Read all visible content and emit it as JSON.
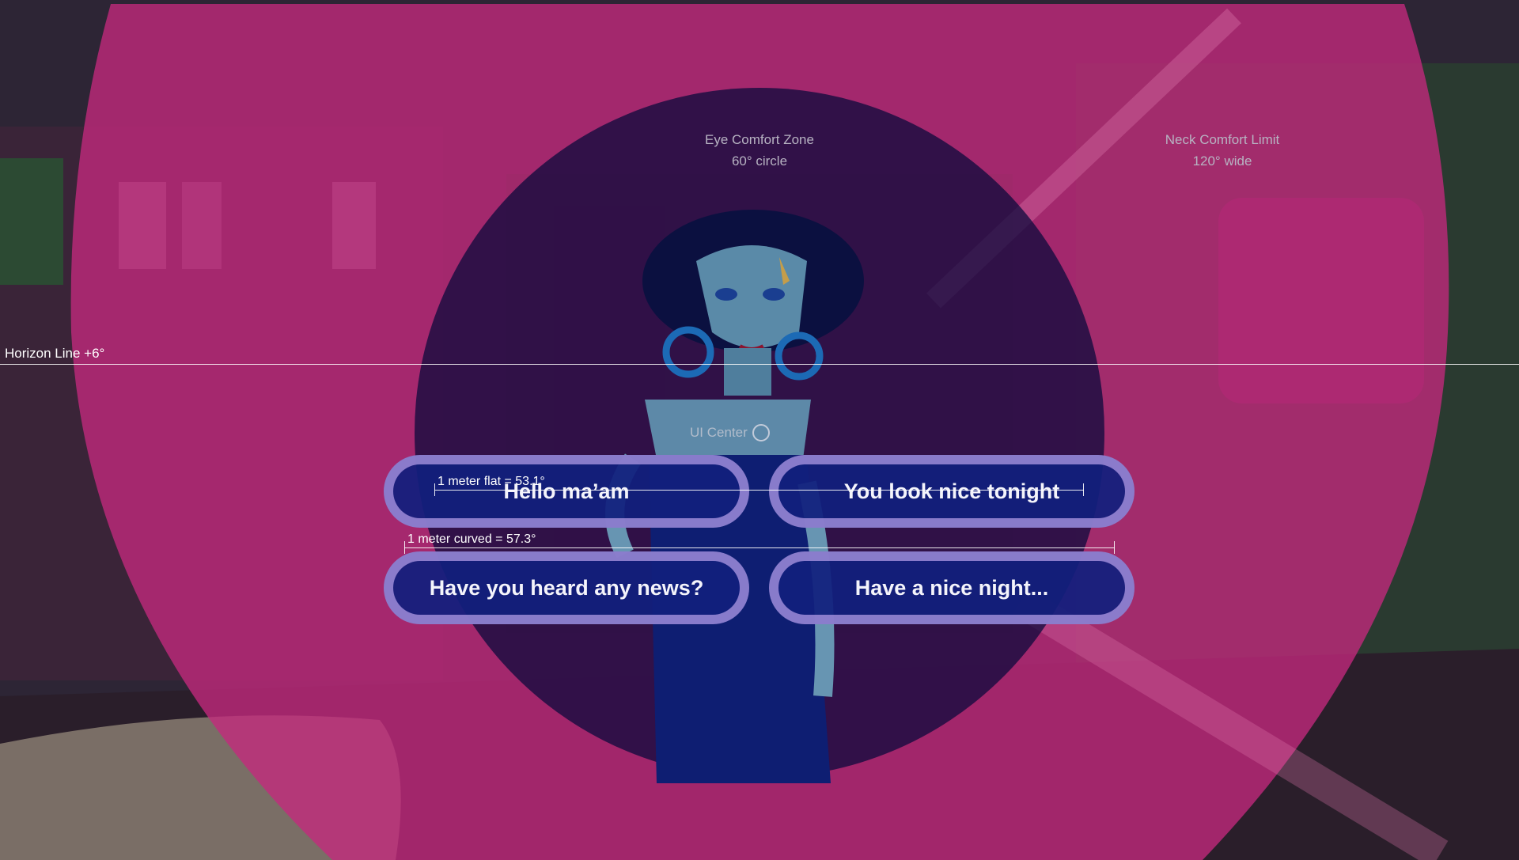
{
  "overlays": {
    "eye_comfort": {
      "title": "Eye Comfort Zone",
      "subtitle": "60° circle"
    },
    "neck_comfort": {
      "title": "Neck Comfort Limit",
      "subtitle": "120° wide"
    },
    "horizon": "Horizon Line +6°",
    "ui_center": "UI Center",
    "measure_flat": "1 meter flat = 53.1°",
    "measure_curved": "1 meter curved = 57.3°"
  },
  "dialogue": {
    "options": [
      "Hello ma’am",
      "You look nice tonight",
      "Have you heard any news?",
      "Have a nice night..."
    ]
  },
  "colors": {
    "neck_zone": "#c4297e",
    "eye_zone": "#06083a",
    "button_fill": "#111f7d",
    "button_border": "#aa96e1"
  }
}
